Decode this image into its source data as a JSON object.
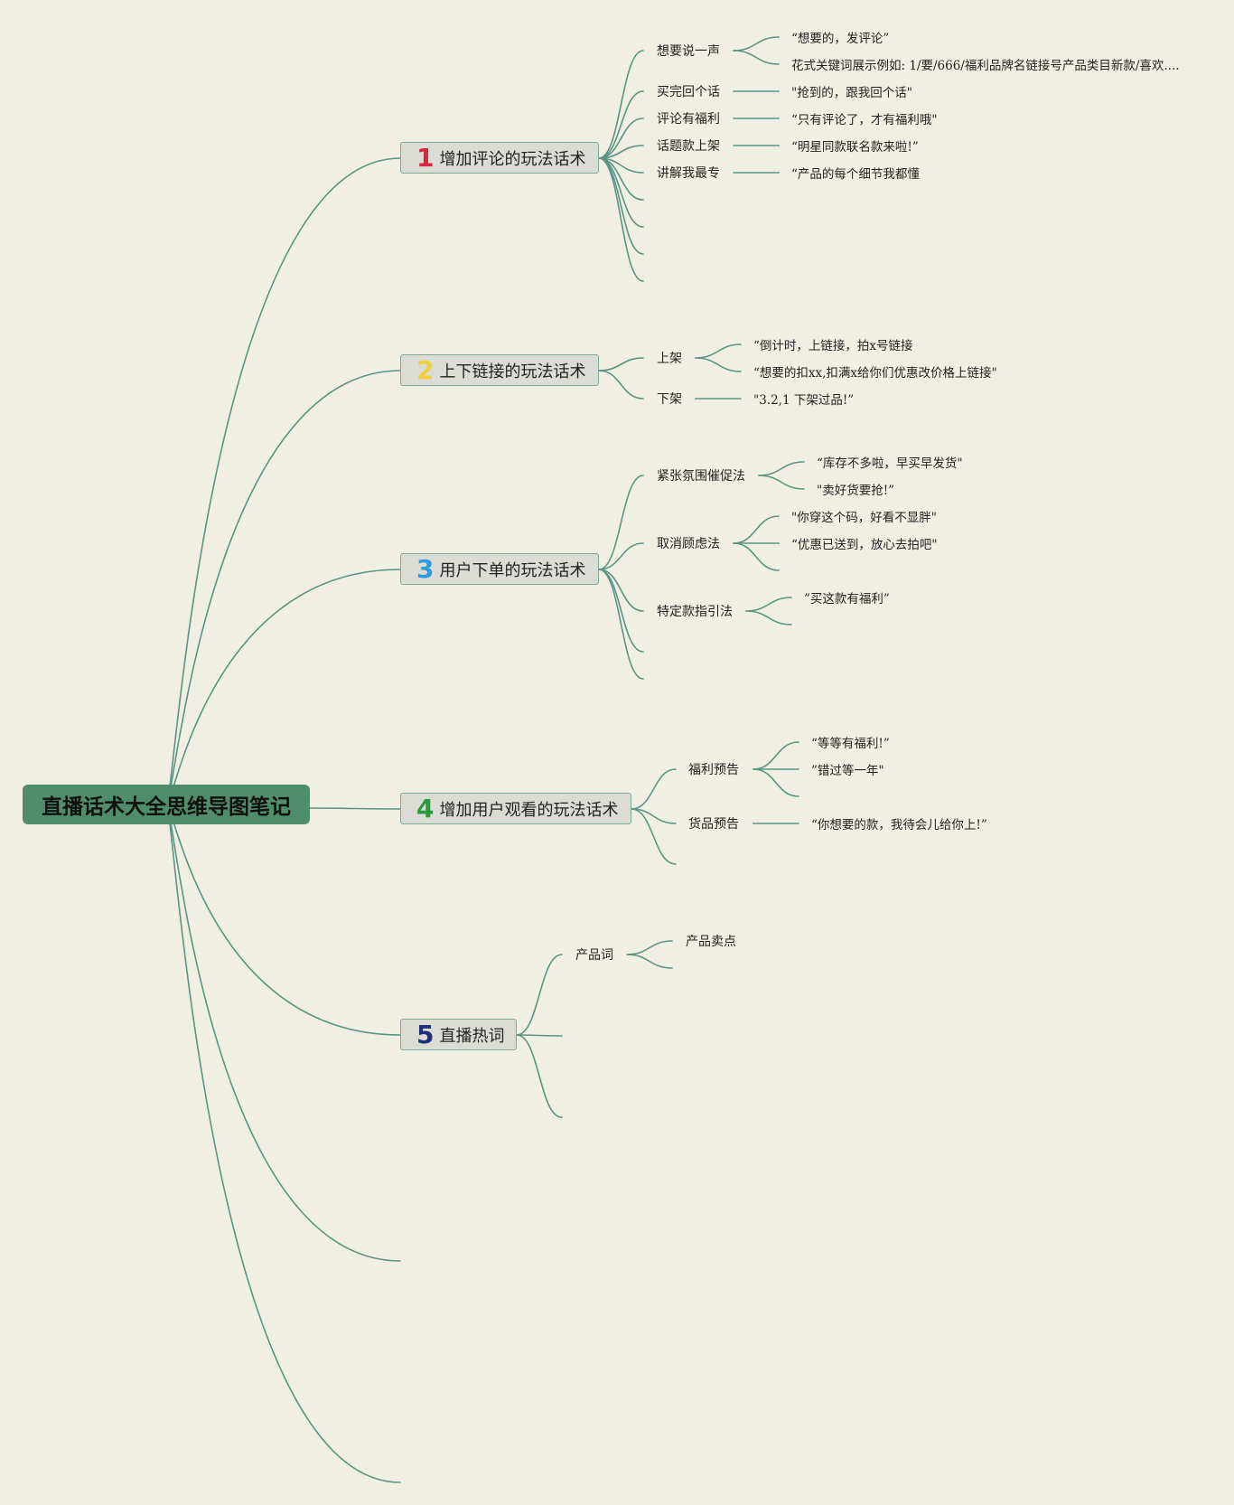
{
  "root": {
    "title": "直播话术大全思维导图笔记"
  },
  "topics": [
    {
      "number": "1",
      "number_color": "#d9243a",
      "label": "增加评论的玩法话术",
      "items": [
        {
          "label": "想要说一声",
          "leaves": [
            "“想要的，发评论”",
            "花式关键词展示例如: 1/要/666/福利品牌名链接号产品类目新款/喜欢...."
          ]
        },
        {
          "label": "买完回个话",
          "leaves": [
            "\"抢到的，跟我回个话\""
          ]
        },
        {
          "label": "评论有福利",
          "leaves": [
            "“只有评论了，才有福利哦\""
          ]
        },
        {
          "label": "话题款上架",
          "leaves": [
            "“明星同款联名款来啦!”"
          ]
        },
        {
          "label": "讲解我最专",
          "leaves": [
            "“产品的每个细节我都懂"
          ]
        }
      ]
    },
    {
      "number": "2",
      "number_color": "#f2cf3a",
      "label": "上下链接的玩法话术",
      "items": [
        {
          "label": "上架",
          "leaves": [
            "“倒计时，上链接，拍x号链接",
            "“想要的扣xx,扣满x给你们优惠改价格上链接\""
          ]
        },
        {
          "label": "下架",
          "leaves": [
            "\"3.2,1 下架过品!”"
          ]
        }
      ]
    },
    {
      "number": "3",
      "number_color": "#2e9ae0",
      "label": "用户下单的玩法话术",
      "items": [
        {
          "label": "紧张氛围催促法",
          "leaves": [
            "“库存不多啦，早买早发货\"",
            "\"卖好货要抢!”"
          ]
        },
        {
          "label": "取消顾虑法",
          "leaves": [
            "\"你穿这个码，好看不显胖\"",
            "“优惠已送到，放心去拍吧\""
          ]
        },
        {
          "label": "特定款指引法",
          "leaves": [
            "”买这款有福利”"
          ]
        }
      ]
    },
    {
      "number": "4",
      "number_color": "#2a9a3a",
      "label": "增加用户观看的玩法话术",
      "items": [
        {
          "label": "福利预告",
          "leaves": [
            "“等等有福利!”",
            "”错过等一年\""
          ]
        },
        {
          "label": "货品预告",
          "leaves": [
            "“你想要的款，我待会儿给你上!”"
          ]
        }
      ]
    },
    {
      "number": "5",
      "number_color": "#1f2f7a",
      "label": "直播热词",
      "items": [
        {
          "label": "产品词",
          "leaves": [
            "产品卖点"
          ]
        }
      ]
    }
  ]
}
